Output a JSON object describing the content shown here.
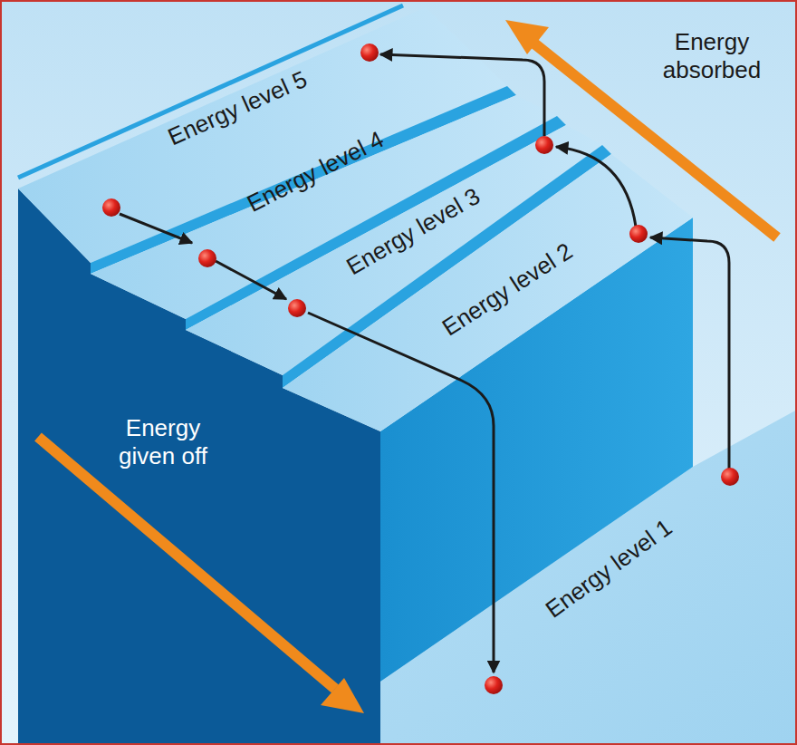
{
  "diagram": {
    "labels": [
      "Energy level 5",
      "Energy level 4",
      "Energy level 3",
      "Energy level 2",
      "Energy level 1",
      "Energy absorbed",
      "Energy given off"
    ]
  }
}
